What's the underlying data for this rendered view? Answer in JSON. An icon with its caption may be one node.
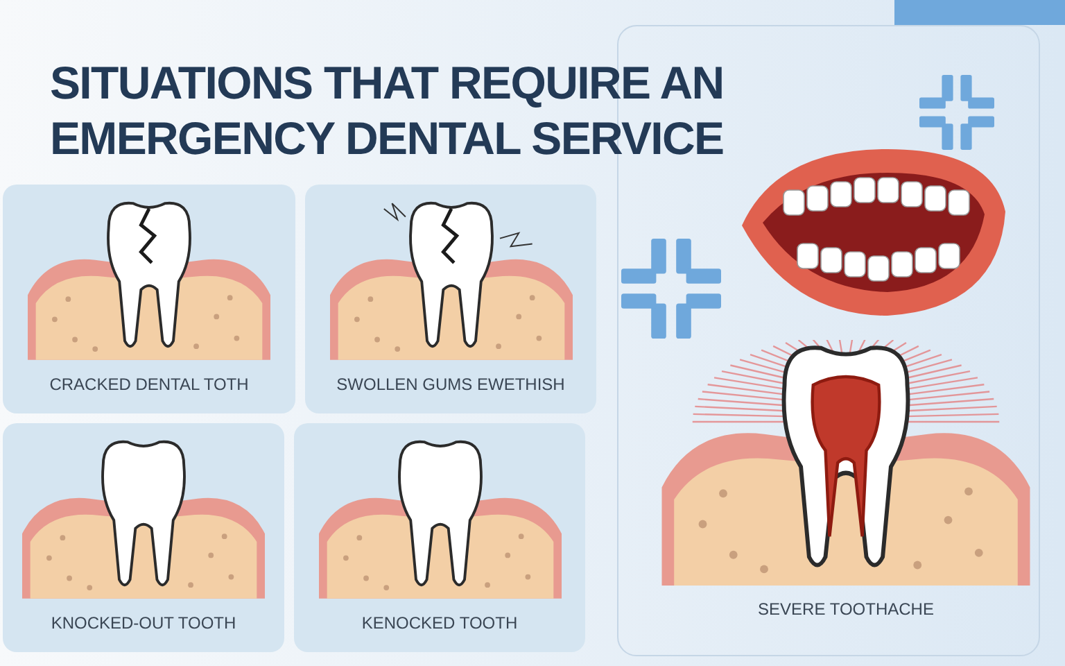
{
  "diagram": {
    "title": "SITUATIONS THAT REQUIRE AN EMERGENCY DENTAL SERVICE",
    "nodes": [
      {
        "text": [
          "CRACKED DENTAL TOTH"
        ]
      },
      {
        "text": [
          "SWOLLEN GUMS EWETHISH"
        ]
      },
      {
        "text": [
          "KNOCKED-OUT TOOTH"
        ]
      },
      {
        "text": [
          "KENOCKED TOOTH"
        ]
      },
      {
        "text": [
          "SEVERE TOOTHACHE"
        ]
      }
    ]
  }
}
